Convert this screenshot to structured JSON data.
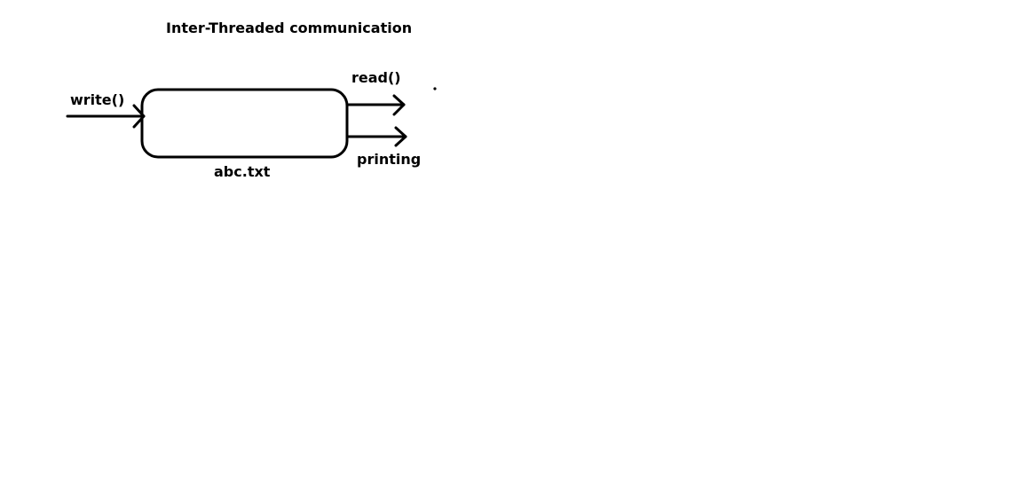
{
  "title": "Inter-Threaded communication",
  "file": {
    "name": "abc.txt"
  },
  "input": {
    "label": "write()"
  },
  "outputs": [
    {
      "label": "read()"
    },
    {
      "label": "printing"
    }
  ],
  "colors": {
    "stroke": "#000000",
    "background": "#ffffff"
  }
}
